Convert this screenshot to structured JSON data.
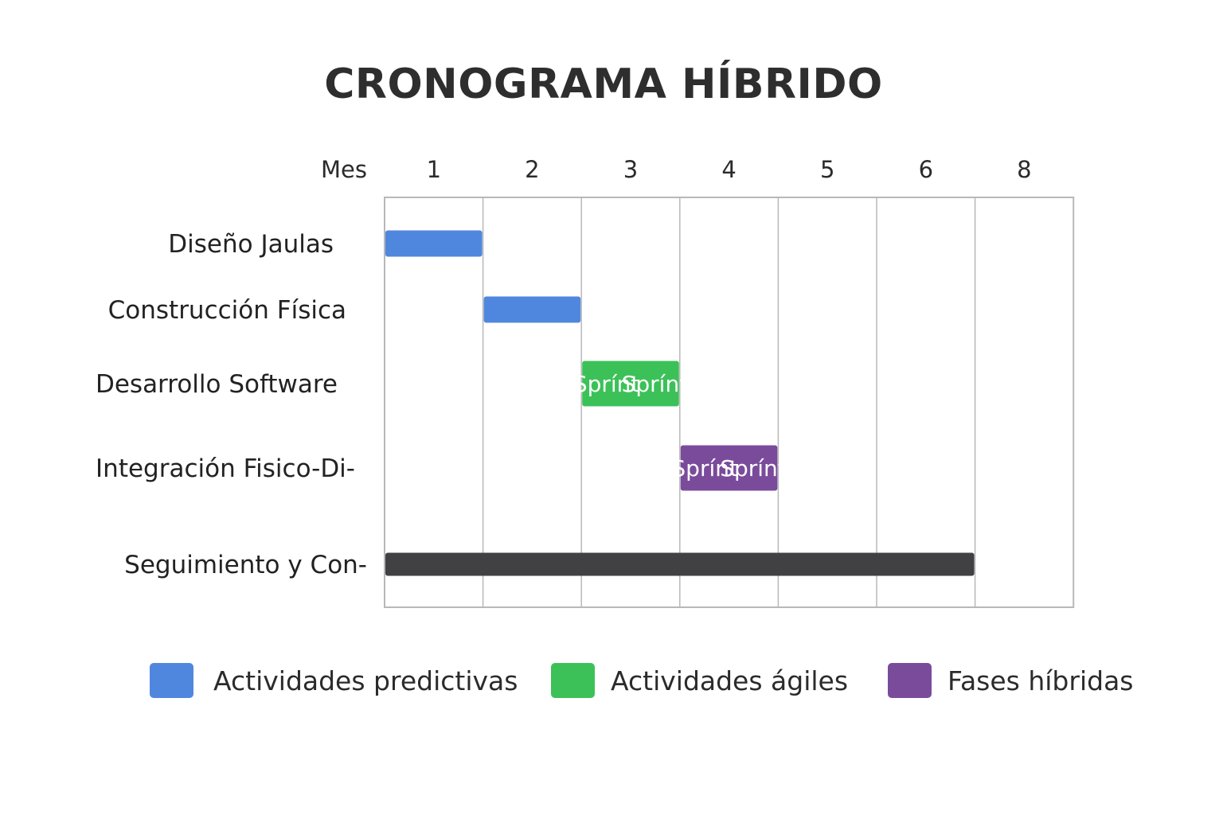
{
  "chart_data": {
    "type": "gantt",
    "title": "CRONOGRAMA HÍBRIDO",
    "axis_label": "Mes",
    "months": [
      "1",
      "2",
      "3",
      "4",
      "5",
      "6",
      "8"
    ],
    "tasks": [
      {
        "name": "Diseño Jaulas",
        "start": 1,
        "end": 2,
        "category": "predictive",
        "segments": []
      },
      {
        "name": "Construcción Física",
        "start": 2,
        "end": 3,
        "category": "predictive",
        "segments": []
      },
      {
        "name": "Desarrollo Software",
        "start": 3,
        "end": 4,
        "category": "agile",
        "segments": [
          "Sprínt",
          "Sprínt"
        ]
      },
      {
        "name": "Integración Fisico-Di-",
        "start": 4,
        "end": 5,
        "category": "hybrid",
        "segments": [
          "Sprínt",
          "Sprínt"
        ]
      },
      {
        "name": "Seguimiento y Con-",
        "start": 1,
        "end": 7,
        "category": "tracking",
        "segments": []
      }
    ],
    "legend": [
      {
        "label": "Actividades predictivas",
        "category": "predictive"
      },
      {
        "label": "Actividades ágiles",
        "category": "agile"
      },
      {
        "label": "Fases híbridas",
        "category": "hybrid"
      }
    ],
    "colors": {
      "predictive": "#5087de",
      "agile": "#3cc158",
      "hybrid": "#7a4b9b",
      "tracking": "#414143",
      "grid": "#b8b8b8"
    }
  }
}
